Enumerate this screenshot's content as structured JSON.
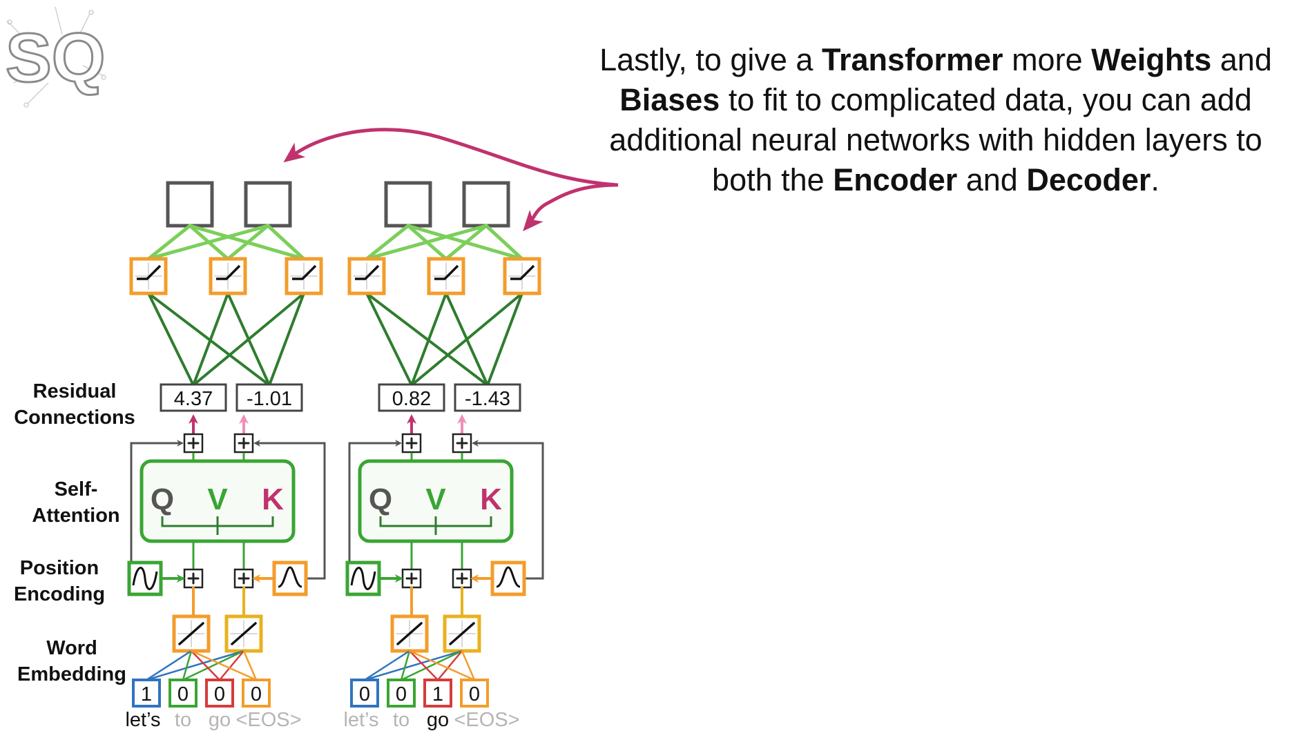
{
  "caption": {
    "parts": [
      {
        "text": "Lastly, to give a ",
        "bold": false
      },
      {
        "text": "Transformer",
        "bold": true
      },
      {
        "text": " more ",
        "bold": false
      },
      {
        "text": "Weights",
        "bold": true
      },
      {
        "text": " and ",
        "bold": false
      },
      {
        "text": "Biases",
        "bold": true
      },
      {
        "text": " to fit to complicated data, you can add additional neural networks with hidden layers to both the ",
        "bold": false
      },
      {
        "text": "Encoder",
        "bold": true
      },
      {
        "text": " and ",
        "bold": false
      },
      {
        "text": "Decoder",
        "bold": true
      },
      {
        "text": ".",
        "bold": false
      }
    ]
  },
  "logo": {
    "letters": "SQ"
  },
  "row_labels": {
    "residual": [
      "Residual",
      "Connections"
    ],
    "self_attention": [
      "Self-",
      "Attention"
    ],
    "position": [
      "Position",
      "Encoding"
    ],
    "word": [
      "Word",
      "Embedding"
    ]
  },
  "attention_letters": {
    "q": "Q",
    "v": "V",
    "k": "K"
  },
  "colors": {
    "orange": "#f39c2b",
    "green": "#3aa534",
    "dark_green": "#2e7d2e",
    "light_green": "#7ccf5a",
    "magenta": "#c0326e",
    "pink": "#ee8fb6",
    "gray": "#555555",
    "blue": "#2f74c0",
    "red": "#d63b3b",
    "yellow": "#e8b21f",
    "light_gray_text": "#b5b5b5"
  },
  "encoder": {
    "residual_values": [
      "4.37",
      "-1.01"
    ],
    "one_hot": [
      "1",
      "0",
      "0",
      "0"
    ],
    "tokens": [
      {
        "text": "let’s",
        "active": true
      },
      {
        "text": "to",
        "active": false
      },
      {
        "text": "go",
        "active": false
      },
      {
        "text": "<EOS>",
        "active": false
      }
    ]
  },
  "decoder": {
    "residual_values": [
      "0.82",
      "-1.43"
    ],
    "one_hot": [
      "0",
      "0",
      "1",
      "0"
    ],
    "tokens": [
      {
        "text": "let’s",
        "active": false
      },
      {
        "text": "to",
        "active": false
      },
      {
        "text": "go",
        "active": true
      },
      {
        "text": "<EOS>",
        "active": false
      }
    ]
  }
}
